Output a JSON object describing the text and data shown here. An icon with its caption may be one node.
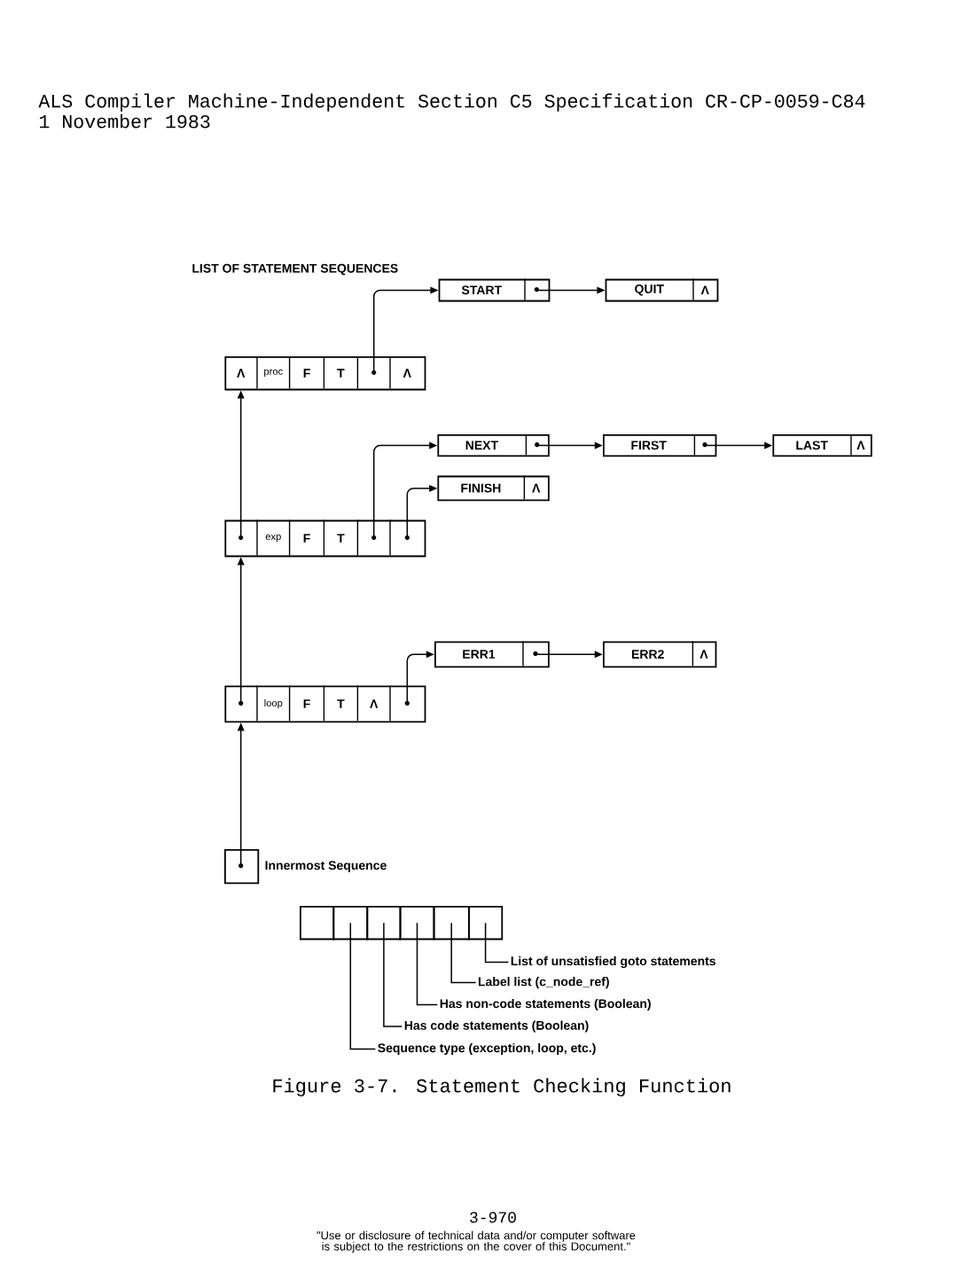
{
  "diagram": {
    "caption": "Figure 3-7. Statement Checking Function",
    "nodes": [
      {
        "text": [
          "START"
        ]
      },
      {
        "text": [
          "QUIT",
          "Λ"
        ]
      },
      {
        "text": [
          "Λ",
          "proc",
          "F",
          "T",
          "Λ"
        ]
      },
      {
        "text": [
          "NEXT"
        ]
      },
      {
        "text": [
          "FIRST"
        ]
      },
      {
        "text": [
          "LAST",
          "Λ"
        ]
      },
      {
        "text": [
          "FINISH",
          "Λ"
        ]
      },
      {
        "text": [
          "exp",
          "F",
          "T"
        ]
      },
      {
        "text": [
          "ERR1"
        ]
      },
      {
        "text": [
          "ERR2",
          "Λ"
        ]
      },
      {
        "text": [
          "loop",
          "F",
          "T",
          "Λ"
        ]
      },
      {
        "text": [],
        "shape": "box",
        "beside": [
          "Innermost Sequence"
        ]
      },
      {
        "text": [],
        "shape": "box"
      },
      {
        "text": [],
        "shape": "box"
      },
      {
        "text": [],
        "shape": "box"
      },
      {
        "text": [],
        "shape": "box"
      },
      {
        "text": [],
        "shape": "box"
      },
      {
        "text": [],
        "shape": "box"
      },
      {
        "text": [
          "List of unsatisfied goto statements"
        ]
      },
      {
        "text": [
          "Label list (c_node_ref)"
        ]
      },
      {
        "text": [
          "Has non-code statements (Boolean)"
        ]
      },
      {
        "text": [
          "Has code statements (Boolean)"
        ]
      },
      {
        "text": [
          "Sequence type (exception, loop, etc.)"
        ]
      }
    ],
    "edges": [
      {
        "from": 2,
        "to": 0,
        "arrow": "to"
      },
      {
        "from": 0,
        "to": 1,
        "arrow": "to"
      },
      {
        "from": 7,
        "to": 3,
        "arrow": "to"
      },
      {
        "from": 3,
        "to": 4,
        "arrow": "to"
      },
      {
        "from": 4,
        "to": 5,
        "arrow": "to"
      },
      {
        "from": 7,
        "to": 6,
        "arrow": "to"
      },
      {
        "from": 10,
        "to": 8,
        "arrow": "to"
      },
      {
        "from": 8,
        "to": 9,
        "arrow": "to"
      },
      {
        "from": 7,
        "to": 2,
        "arrow": "to"
      },
      {
        "from": 10,
        "to": 7,
        "arrow": "to"
      },
      {
        "from": 11,
        "to": 10,
        "arrow": "to"
      },
      {
        "from": 18,
        "to": 17,
        "arrow": "none"
      },
      {
        "from": 19,
        "to": 16,
        "arrow": "none"
      },
      {
        "from": 20,
        "to": 15,
        "arrow": "none"
      },
      {
        "from": 21,
        "to": 14,
        "arrow": "none"
      },
      {
        "from": 22,
        "to": 13,
        "arrow": "none"
      }
    ],
    "labels": [
      "ALS Compiler Machine-Independent Section C5 Specification CR-CP-0059-C84",
      "1 November 1983",
      "LIST OF STATEMENT SEQUENCES",
      "3-970",
      "\"Use or disclosure of technical data and/or computer software is subject to the restrictions on the cover of this Document.\""
    ]
  }
}
